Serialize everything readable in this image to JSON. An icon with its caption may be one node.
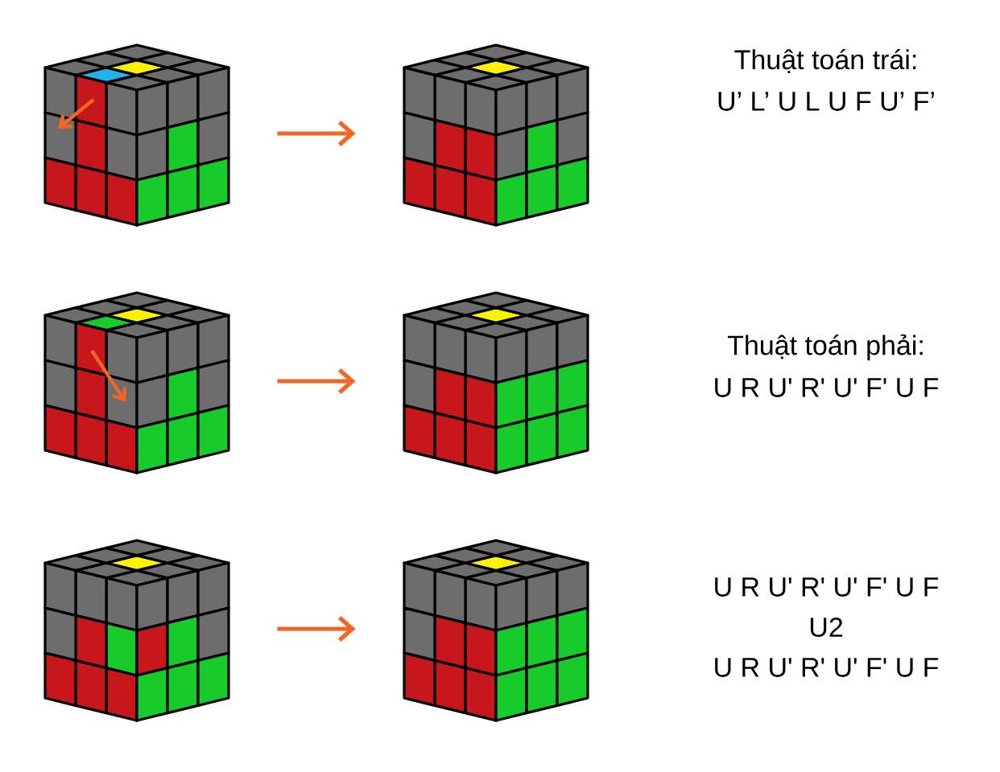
{
  "diagram": {
    "nodes": [
      {
        "text": [],
        "shape": "picture"
      },
      {
        "text": [],
        "shape": "picture"
      },
      {
        "text": [],
        "shape": "picture"
      },
      {
        "text": [],
        "shape": "picture"
      },
      {
        "text": [],
        "shape": "picture"
      },
      {
        "text": [],
        "shape": "picture"
      }
    ],
    "edges": [
      {
        "from": 0,
        "to": 1,
        "arrow": "to"
      },
      {
        "from": 2,
        "to": 3,
        "arrow": "to"
      },
      {
        "from": 4,
        "to": 5,
        "arrow": "to"
      }
    ],
    "labels": [
      "Thuật toán trái:",
      "U’ L’ U L U F U’ F’",
      "Thuật toán phải:",
      "U R U' R' U' F' U F",
      "U R U' R' U' F' U F",
      "U2",
      "U R U' R' U' F' U F"
    ]
  }
}
